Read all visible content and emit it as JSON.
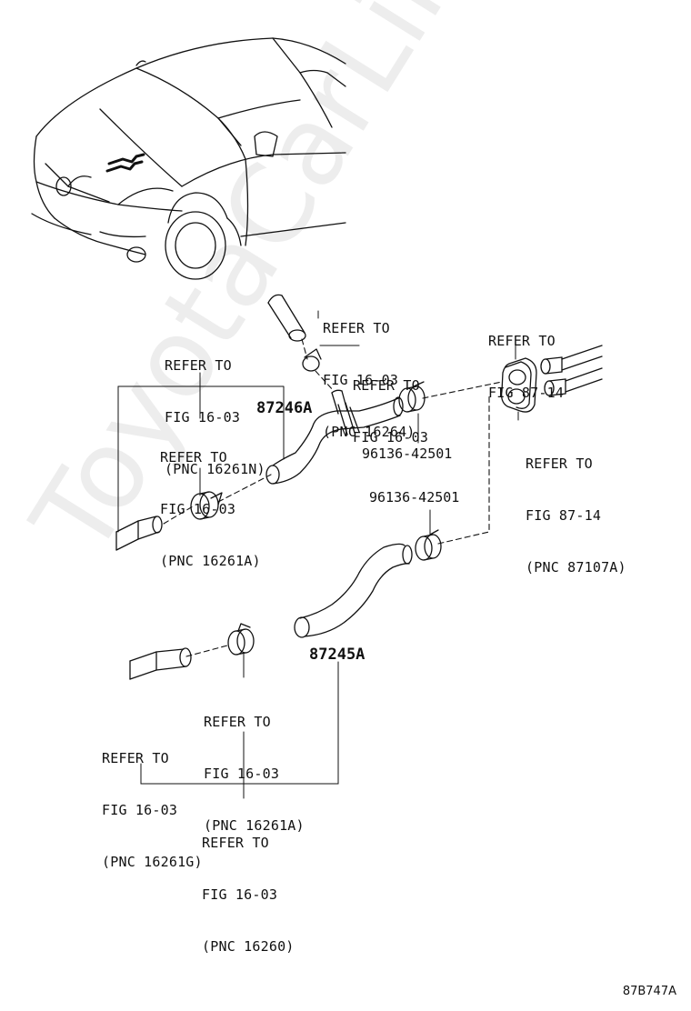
{
  "watermark": "ToyotaCarLine.ru",
  "figure_code": "87B747A",
  "parts": {
    "hose_upper": "87246A",
    "hose_lower": "87245A",
    "clamp_upper": "96136-42501",
    "clamp_lower": "96136-42501"
  },
  "refs": {
    "r16264": {
      "l1": "REFER TO",
      "l2": "FIG 16-03",
      "l3": "(PNC 16264)"
    },
    "r1603_clip": {
      "l1": "REFER TO",
      "l2": "FIG 16-03"
    },
    "r8714_grommet": {
      "l1": "REFER TO",
      "l2": "FIG 87-14"
    },
    "r16261N": {
      "l1": "REFER TO",
      "l2": "FIG 16-03",
      "l3": "(PNC 16261N)"
    },
    "r16261A_upper": {
      "l1": "REFER TO",
      "l2": "FIG 16-03",
      "l3": "(PNC 16261A)"
    },
    "r87107A": {
      "l1": "REFER TO",
      "l2": "FIG 87-14",
      "l3": "(PNC 87107A)"
    },
    "r16261A_lower": {
      "l1": "REFER TO",
      "l2": "FIG 16-03",
      "l3": "(PNC 16261A)"
    },
    "r16261G": {
      "l1": "REFER TO",
      "l2": "FIG 16-03",
      "l3": "(PNC 16261G)"
    },
    "r16260": {
      "l1": "REFER TO",
      "l2": "FIG 16-03",
      "l3": "(PNC 16260)"
    }
  }
}
